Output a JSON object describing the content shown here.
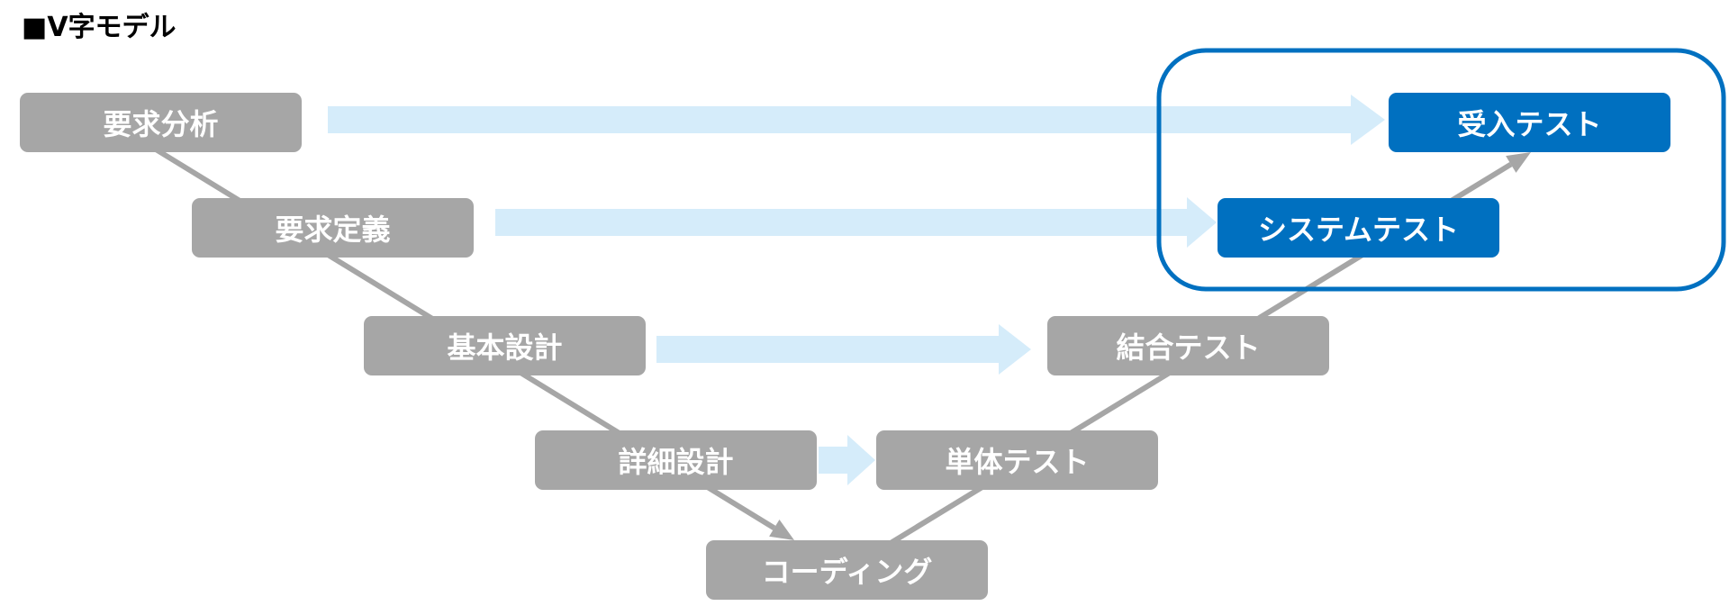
{
  "title": "■V字モデル",
  "nodes": [
    {
      "label": "要求分析",
      "highlighted": false
    },
    {
      "label": "要求定義",
      "highlighted": false
    },
    {
      "label": "基本設計",
      "highlighted": false
    },
    {
      "label": "詳細設計",
      "highlighted": false
    },
    {
      "label": "コーディング",
      "highlighted": false
    },
    {
      "label": "単体テスト",
      "highlighted": false
    },
    {
      "label": "結合テスト",
      "highlighted": false
    },
    {
      "label": "システムテスト",
      "highlighted": true
    },
    {
      "label": "受入テスト",
      "highlighted": true
    }
  ],
  "colors": {
    "node": "#a6a6a6",
    "highlight": "#0070c0",
    "arrow": "#d5ecfa",
    "line": "#a6a6a6",
    "outline": "#0070c0",
    "text": "#ffffff",
    "title": "#000000"
  }
}
